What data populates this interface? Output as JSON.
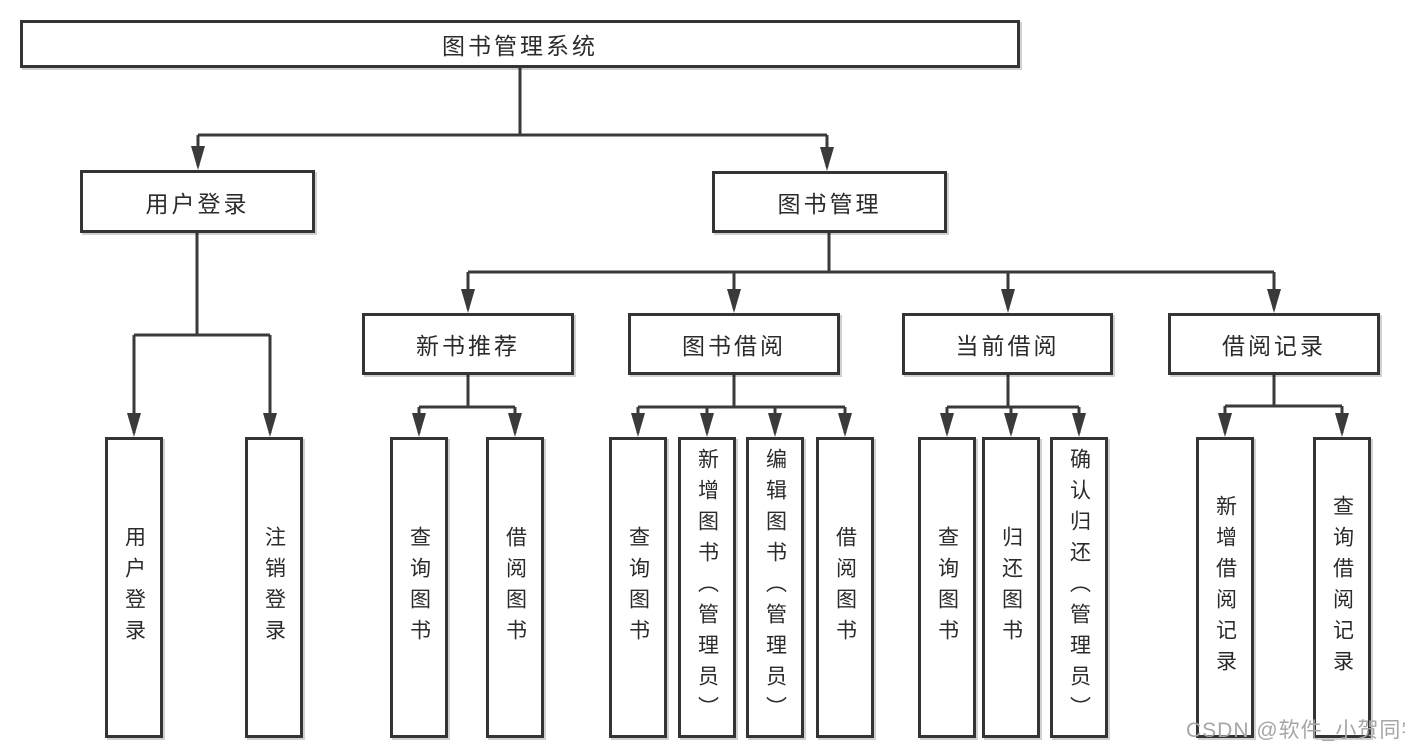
{
  "tree": {
    "root": {
      "label": "图书管理系统"
    },
    "branches": [
      {
        "label": "用户登录",
        "leaves": [
          "用户登录",
          "注销登录"
        ]
      },
      {
        "label": "图书管理",
        "groups": [
          {
            "label": "新书推荐",
            "leaves": [
              "查询图书",
              "借阅图书"
            ]
          },
          {
            "label": "图书借阅",
            "leaves": [
              "查询图书",
              "新增图书（管理员）",
              "编辑图书（管理员）",
              "借阅图书"
            ]
          },
          {
            "label": "当前借阅",
            "leaves": [
              "查询图书",
              "归还图书",
              "确认归还（管理员）"
            ]
          },
          {
            "label": "借阅记录",
            "leaves": [
              "新增借阅记录",
              "查询借阅记录"
            ]
          }
        ]
      }
    ]
  },
  "watermark": "CSDN @软件_小贺同学",
  "colors": {
    "line": "#3a3a3c",
    "box_border": "#343436",
    "text": "#2b2b2d",
    "watermark": "#a6a6a6",
    "background": "#ffffff"
  }
}
